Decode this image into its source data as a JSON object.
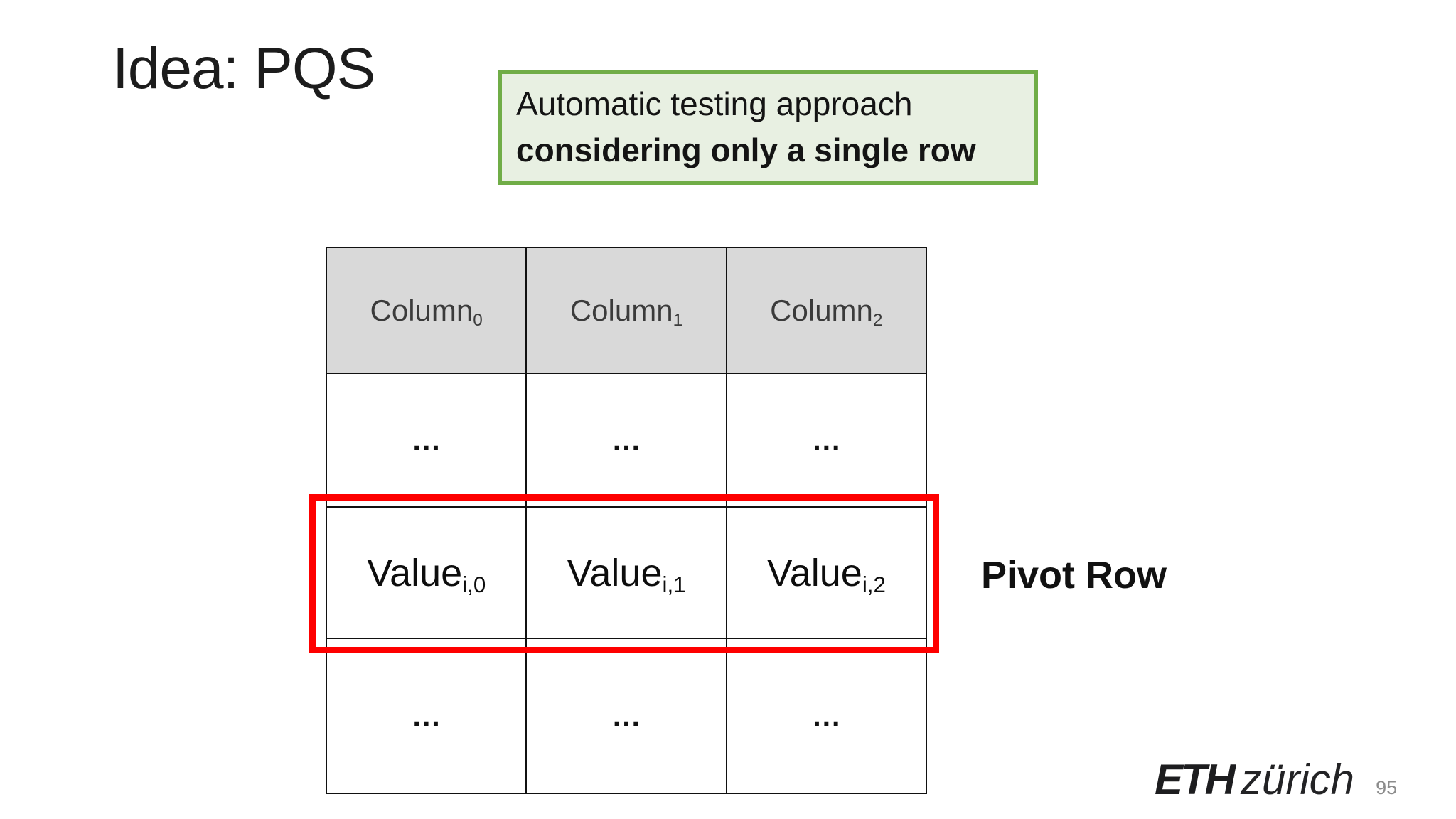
{
  "slide": {
    "title": "Idea: PQS",
    "callout": {
      "line1": "Automatic testing approach",
      "line2": "considering only a single row"
    },
    "table": {
      "headers": [
        {
          "base": "Column",
          "sub": "0"
        },
        {
          "base": "Column",
          "sub": "1"
        },
        {
          "base": "Column",
          "sub": "2"
        }
      ],
      "rows": [
        {
          "type": "ellipsis",
          "cells": [
            "…",
            "…",
            "…"
          ]
        },
        {
          "type": "values",
          "cells": [
            {
              "base": "Value",
              "sub": "i,0"
            },
            {
              "base": "Value",
              "sub": "i,1"
            },
            {
              "base": "Value",
              "sub": "i,2"
            }
          ]
        },
        {
          "type": "ellipsis",
          "cells": [
            "…",
            "…",
            "…"
          ]
        }
      ]
    },
    "pivot_label": "Pivot Row",
    "footer": {
      "logo_primary": "ETH",
      "logo_secondary": "zürich",
      "page_number": "95"
    },
    "colors": {
      "callout_border": "#70ad47",
      "callout_fill": "#e8f0e2",
      "table_header_fill": "#d9d9d9",
      "highlight_red": "#fe0000",
      "page_number_gray": "#8c8c8c"
    }
  }
}
